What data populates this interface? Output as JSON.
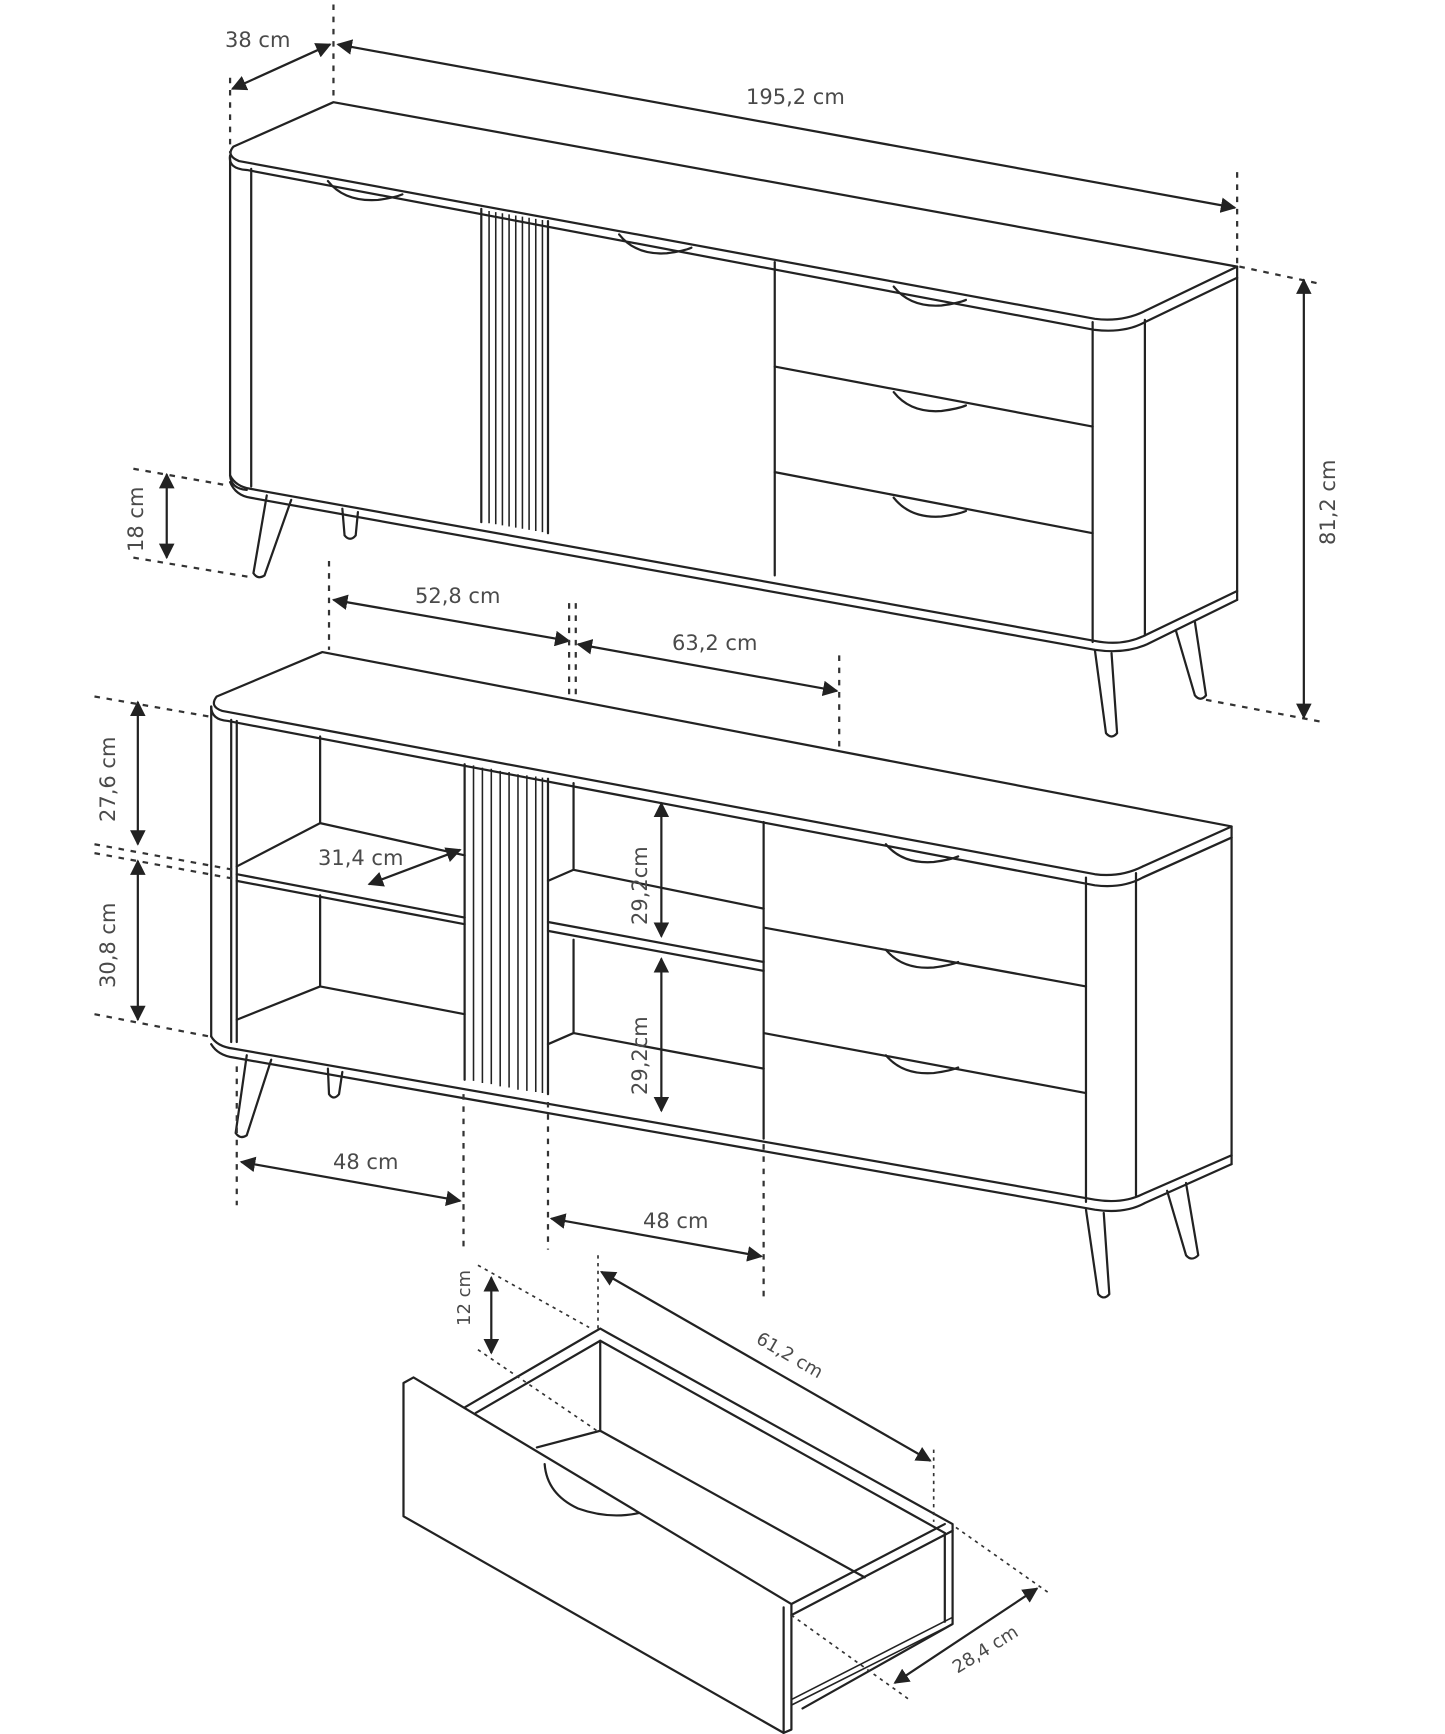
{
  "diagram": {
    "title": "Sideboard dimension drawing",
    "views": [
      {
        "id": "closed-view",
        "description": "Sideboard closed, front view with 2 doors, fluted panel and 3 drawers"
      },
      {
        "id": "open-view",
        "description": "Sideboard with doors removed showing shelves"
      },
      {
        "id": "drawer-view",
        "description": "Single drawer pulled out"
      }
    ],
    "labels": {
      "depth": "38 cm",
      "width": "195,2 cm",
      "height": "81,2 cm",
      "leg_height": "18 cm",
      "left_section_width": "52,8 cm",
      "drawer_section_width": "63,2 cm",
      "upper_compartment_height": "27,6 cm",
      "lower_compartment_height": "30,8 cm",
      "shelf_depth": "31,4 cm",
      "middle_upper_height": "29,2cm",
      "middle_lower_height": "29,2cm",
      "left_inner_width": "48 cm",
      "middle_inner_width": "48 cm",
      "drawer_height": "12 cm",
      "drawer_length": "61,2 cm",
      "drawer_width": "28,4 cm"
    },
    "colors": {
      "line": "#222222",
      "text": "#4a4a4a",
      "background": "#ffffff"
    }
  }
}
